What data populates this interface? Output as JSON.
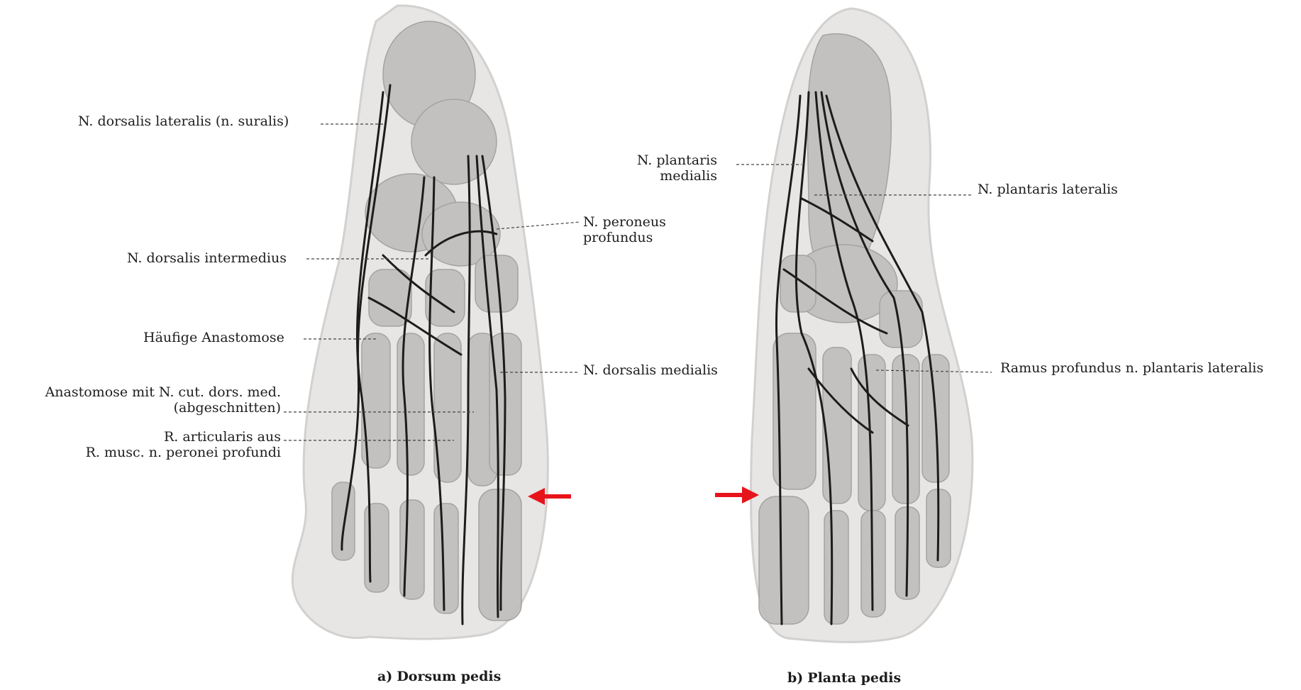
{
  "panels": {
    "dorsum": {
      "caption_prefix": "a)",
      "caption": "Dorsum pedis",
      "labels": {
        "n_dorsalis_lateralis": "N. dorsalis lateralis (n. suralis)",
        "n_dorsalis_intermedius": "N. dorsalis intermedius",
        "haeufige_anastomose": "Häufige Anastomose",
        "anastomose_line1": "Anastomose mit N. cut. dors. med.",
        "anastomose_line2": "(abgeschnitten)",
        "r_articularis_line1": "R. articularis aus",
        "r_articularis_line2": "R. musc. n. peronei profundi",
        "n_peroneus_line1": "N. peroneus",
        "n_peroneus_line2": "profundus",
        "n_dorsalis_medialis": "N. dorsalis medialis"
      }
    },
    "planta": {
      "caption_prefix": "b)",
      "caption": "Planta pedis",
      "labels": {
        "n_plantaris_medialis_line1": "N. plantaris",
        "n_plantaris_medialis_line2": "medialis",
        "n_plantaris_lateralis": "N. plantaris lateralis",
        "ramus_profundus": "Ramus profundus n. plantaris lateralis"
      }
    }
  },
  "colors": {
    "arrow": "#e8141c",
    "nerve": "#1c1c1c",
    "bone": "#b8b6b4",
    "skin": "#e6e5e3"
  }
}
